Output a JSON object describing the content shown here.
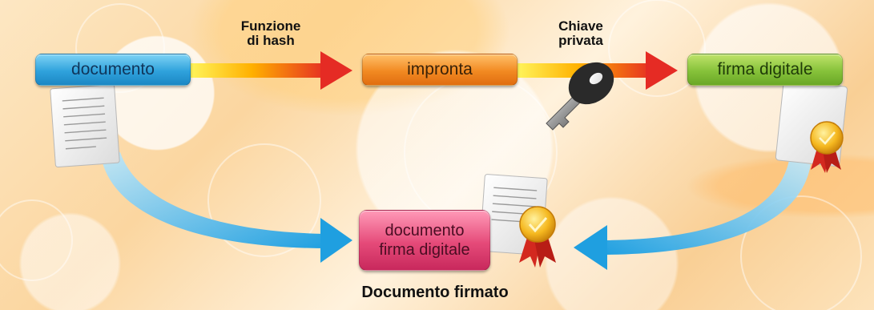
{
  "nodes": {
    "document": "documento",
    "hash_result": "impronta",
    "signature": "firma digitale",
    "signed_line1": "documento",
    "signed_line2": "firma digitale"
  },
  "arrow_labels": {
    "hash_function": "Funzione\ndi hash",
    "private_key": "Chiave\nprivata"
  },
  "caption": "Documento firmato",
  "colors": {
    "blue": "#2fa2dc",
    "orange": "#f28a22",
    "green": "#86c23a",
    "pink": "#e54a79",
    "arrow_red": "#e52b24",
    "arrow_yellow": "#ffe000",
    "curve_blue": "#1f9fe0"
  },
  "icons": [
    "document-icon",
    "key-icon",
    "certificate-icon",
    "seal-ribbon-icon"
  ]
}
